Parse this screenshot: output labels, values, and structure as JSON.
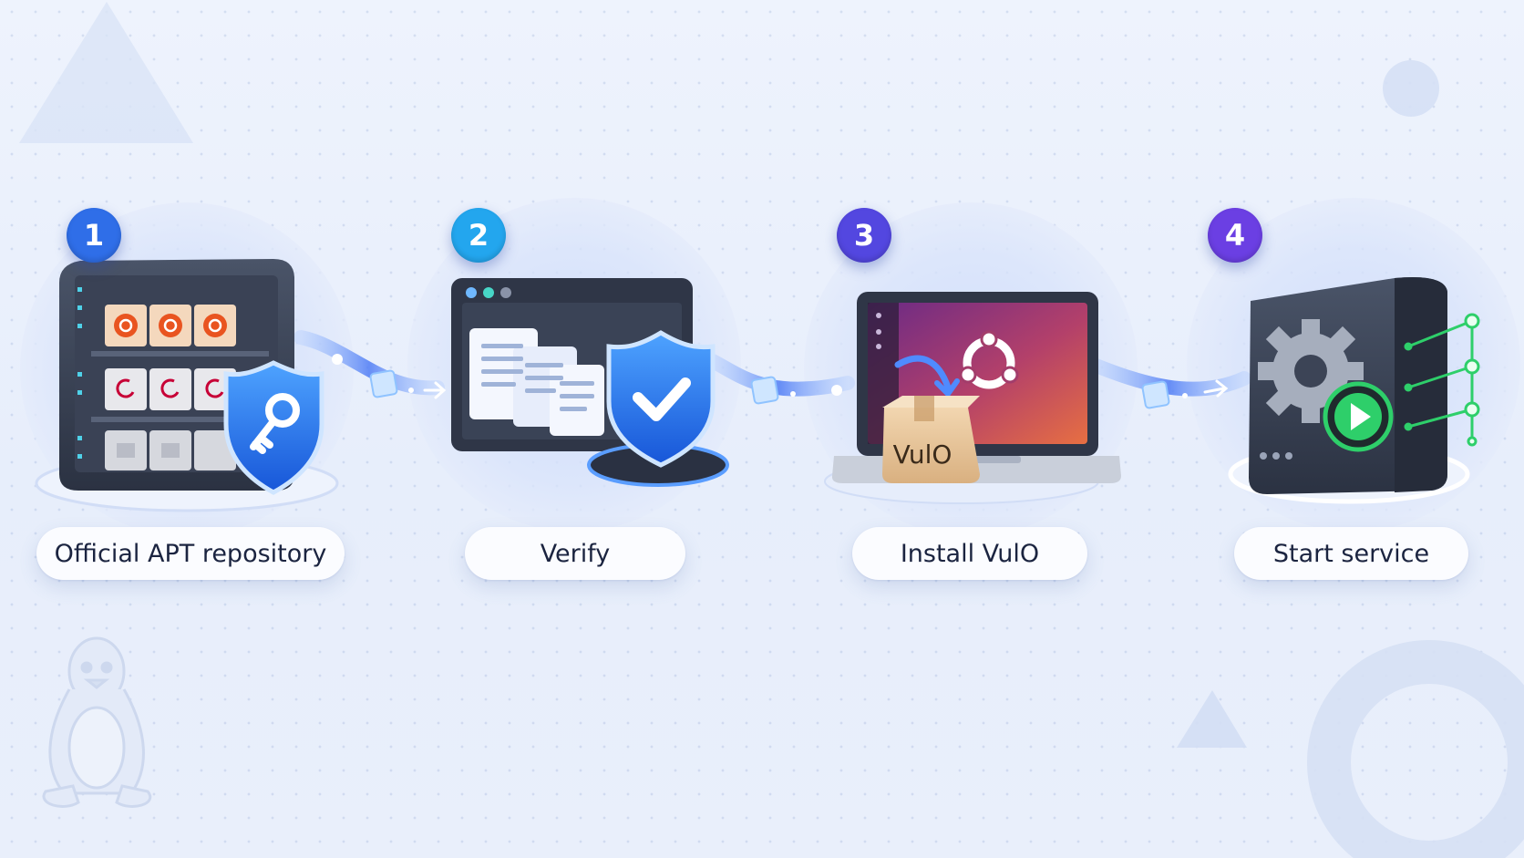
{
  "steps": [
    {
      "number": "1",
      "label": "Official APT repository",
      "color": "#2f6ee8"
    },
    {
      "number": "2",
      "label": "Verify",
      "color": "#23a6ee"
    },
    {
      "number": "3",
      "label": "Install VulO",
      "color": "#5347e0"
    },
    {
      "number": "4",
      "label": "Start service",
      "color": "#6b3fe3"
    }
  ],
  "package_label": "VulO",
  "icons": {
    "step1": [
      "server-rack-icon",
      "ubuntu-package-icon",
      "debian-package-icon",
      "key-shield-icon"
    ],
    "step2": [
      "browser-window-icon",
      "documents-icon",
      "check-shield-icon"
    ],
    "step3": [
      "laptop-icon",
      "ubuntu-logo-icon",
      "package-box-icon"
    ],
    "step4": [
      "server-icon",
      "gear-icon",
      "play-icon",
      "status-leds-icon"
    ],
    "background": [
      "linux-penguin-icon"
    ]
  },
  "colors": {
    "accent_blue": "#2f6ee8",
    "accent_purple": "#6b3fe3",
    "success_green": "#2ecf6a",
    "shield_blue": "#1f7cf0"
  }
}
